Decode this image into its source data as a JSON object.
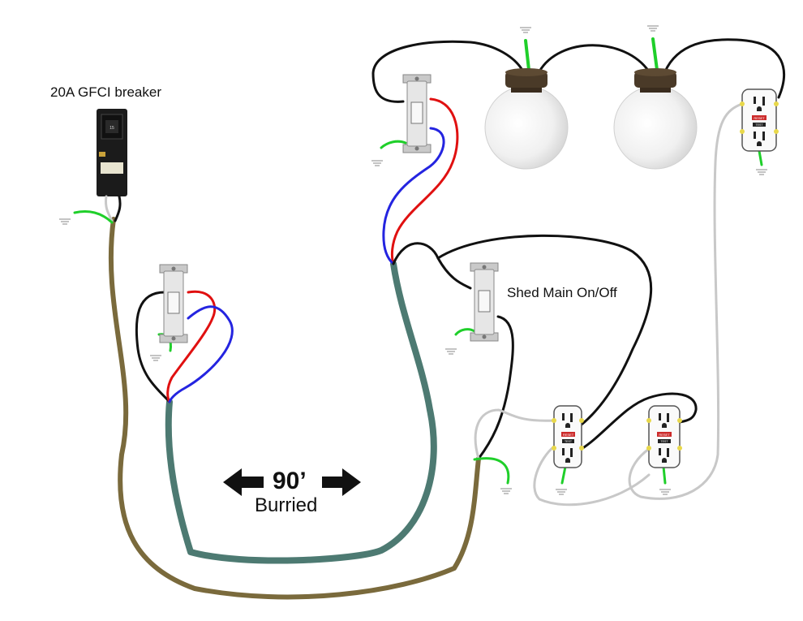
{
  "labels": {
    "breaker": "20A GFCI breaker",
    "shed_main": "Shed Main On/Off",
    "distance": "90’",
    "buried": "Burried"
  },
  "component_text": {
    "breaker_rating": "15",
    "outlet_reset": "RESET",
    "outlet_test": "TEST"
  },
  "colors": {
    "hot": "#111111",
    "neutral": "#c8c8c8",
    "ground": "#1fcf2a",
    "traveler_red": "#e01010",
    "traveler_blue": "#2424e0",
    "feeder_cable": "#7a6a3c",
    "buried_cable": "#4d7a72",
    "globe": "#f3f3f3",
    "fixture_base": "#4a3a28"
  },
  "icons": [
    "breaker-icon",
    "switch-icon",
    "light-fixture-icon",
    "gfci-outlet-icon",
    "ground-symbol-icon",
    "arrow-left-icon",
    "arrow-right-icon"
  ]
}
